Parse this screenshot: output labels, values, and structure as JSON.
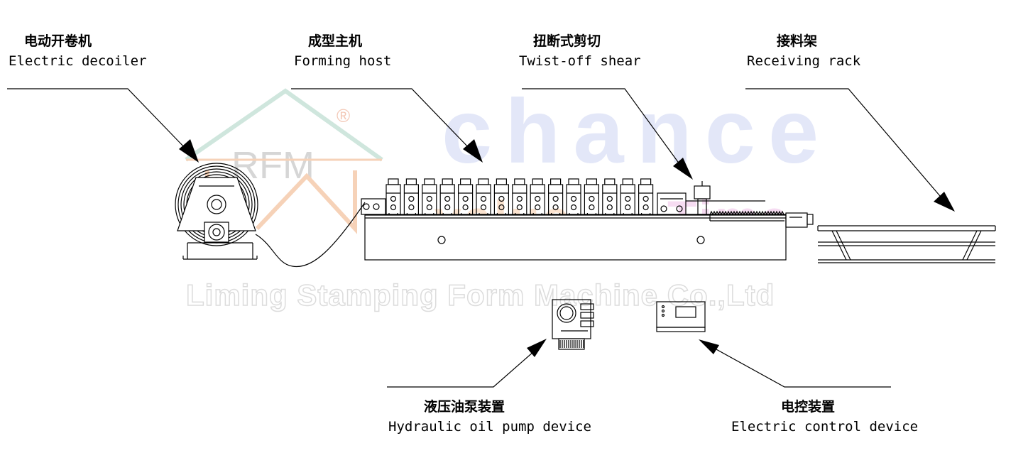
{
  "watermark": {
    "logo_text": "RFM",
    "registered_mark": "®",
    "word_chance": "chance",
    "word_value": "value",
    "word_time": "Time",
    "company": "Liming Stamping Form Machine Co.,Ltd",
    "colors": {
      "house_green": "#cfe6dd",
      "house_orange": "#f6d2b8",
      "chance_blue": "#e3e7f8",
      "value_orange": "#fbe3cf",
      "time_pink": "#f6dcf2",
      "company_grey": "#e8e8e8"
    }
  },
  "labels": {
    "decoiler": {
      "cn": "电动开卷机",
      "en": "Electric decoiler"
    },
    "forming": {
      "cn": "成型主机",
      "en": "Forming host"
    },
    "shear": {
      "cn": "扭断式剪切",
      "en": "Twist-off shear"
    },
    "rack": {
      "cn": "接料架",
      "en": "Receiving rack"
    },
    "pump": {
      "cn": "液压油泵装置",
      "en": "Hydraulic oil pump device"
    },
    "control": {
      "cn": "电控装置",
      "en": "Electric control device"
    }
  },
  "drawing": {
    "line_color": "#000000",
    "roller_stand_count": 15
  }
}
